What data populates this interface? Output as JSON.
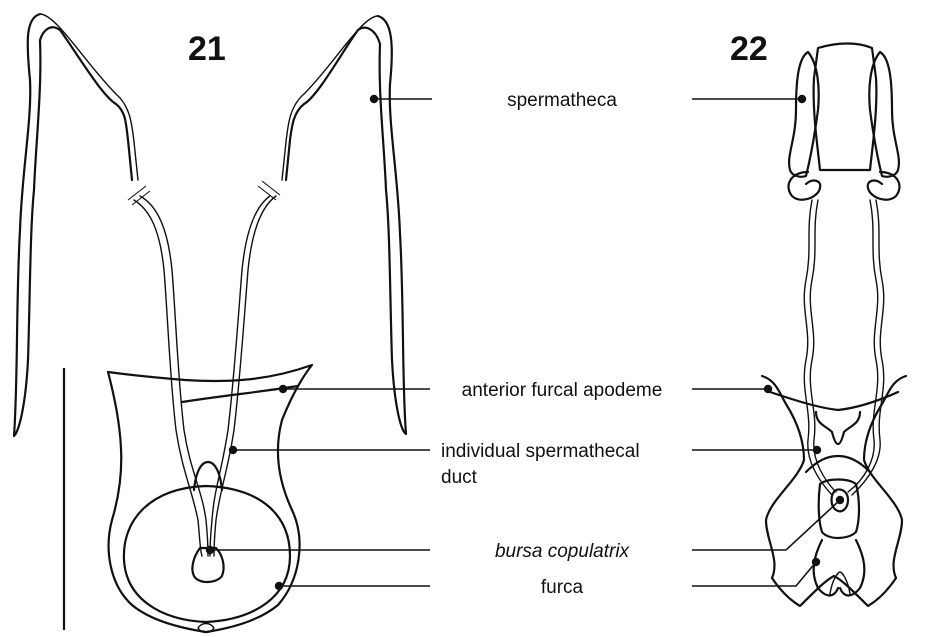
{
  "figures": {
    "left_number": "21",
    "right_number": "22"
  },
  "labels": {
    "spermatheca": "spermatheca",
    "anterior_furcal_apodeme": "anterior furcal apodeme",
    "individual_duct_line1": "individual spermathecal",
    "individual_duct_line2": "duct",
    "bursa_copulatrix": "bursa copulatrix",
    "furca": "furca"
  },
  "colors": {
    "ink": "#111111",
    "background": "#ffffff"
  }
}
